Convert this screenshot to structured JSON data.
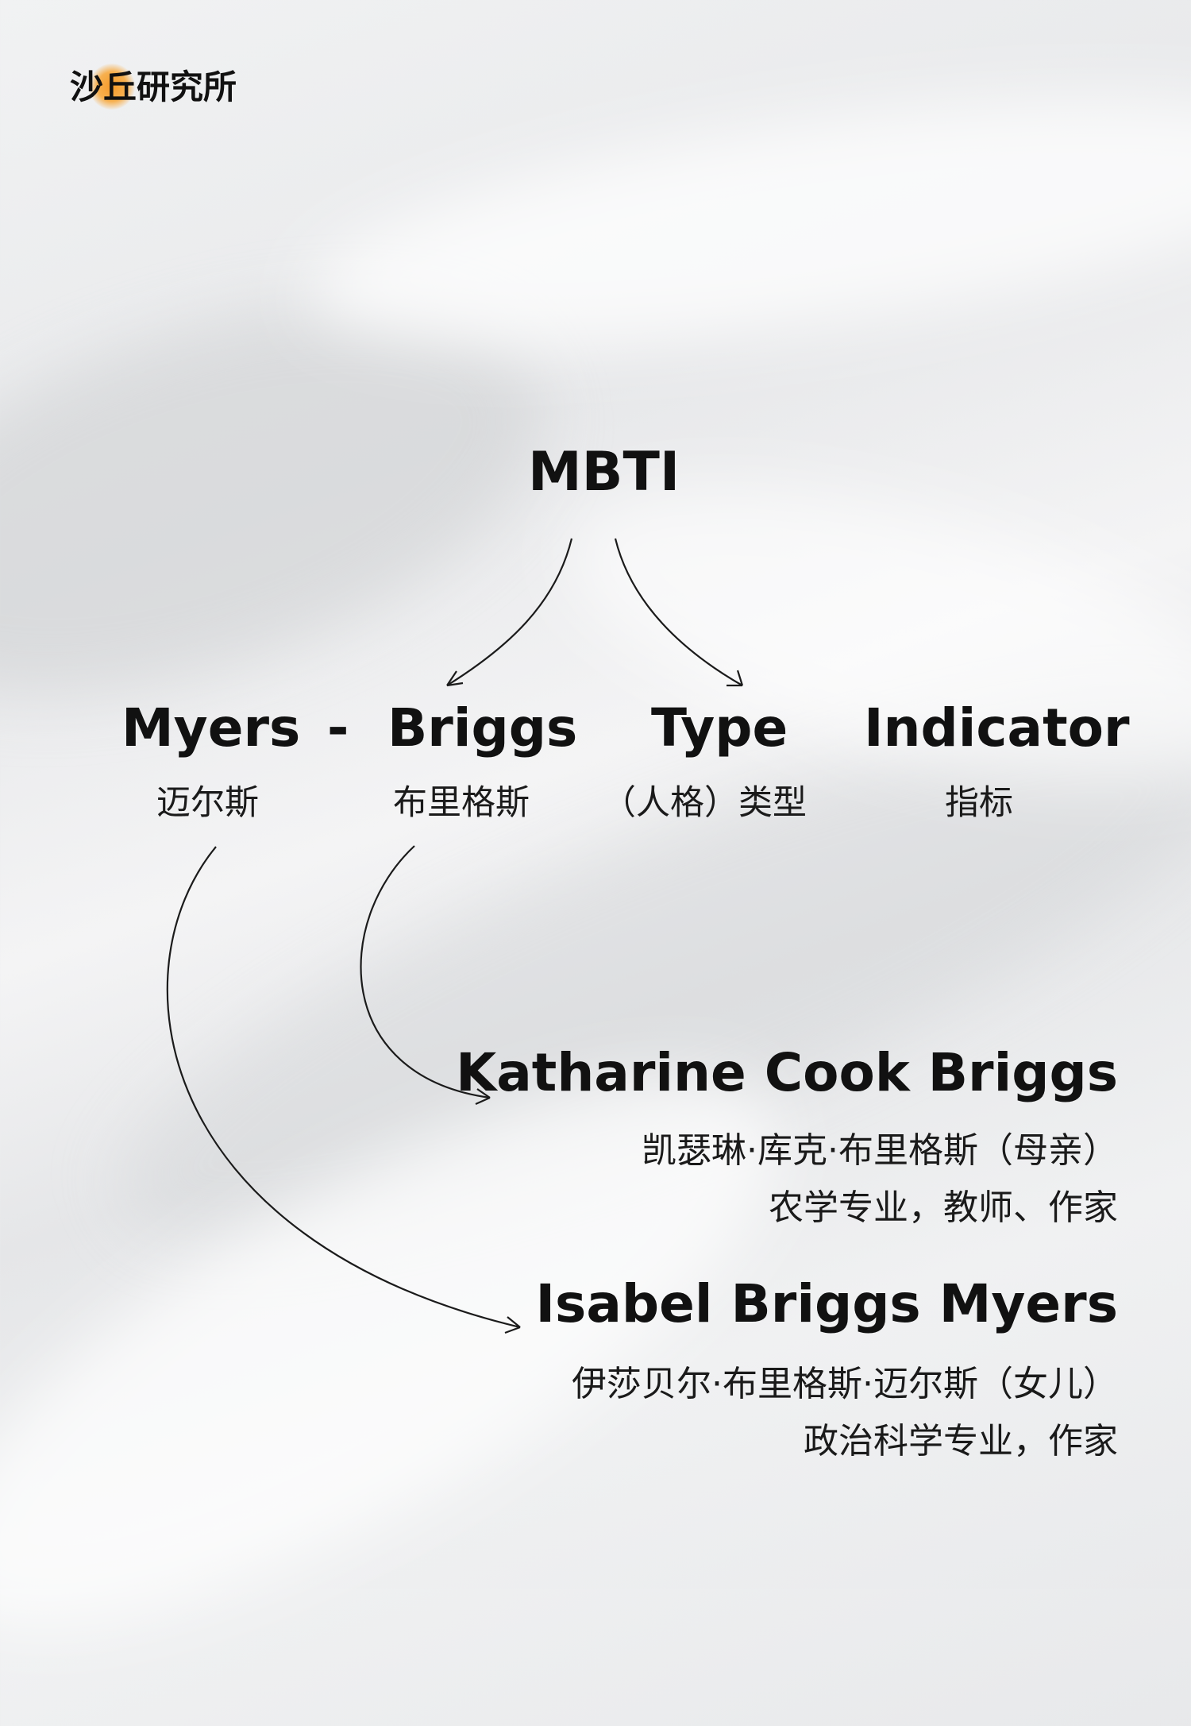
{
  "logo": {
    "text": "沙丘研究所",
    "accent_color": "#f59a2a"
  },
  "diagram": {
    "root": "MBTI",
    "words": [
      {
        "en": "Myers",
        "cn": "迈尔斯"
      },
      {
        "en": "-"
      },
      {
        "en": "Briggs",
        "cn": "布里格斯"
      },
      {
        "en": "Type",
        "cn": "（人格）类型"
      },
      {
        "en": "Indicator",
        "cn": "指标"
      }
    ],
    "people": [
      {
        "name": "Katharine Cook Briggs",
        "cn_name": "凯瑟琳·库克·布里格斯（母亲）",
        "desc": "农学专业，教师、作家"
      },
      {
        "name": "Isabel Briggs Myers",
        "cn_name": "伊莎贝尔·布里格斯·迈尔斯（女儿）",
        "desc": "政治科学专业，作家"
      }
    ]
  }
}
